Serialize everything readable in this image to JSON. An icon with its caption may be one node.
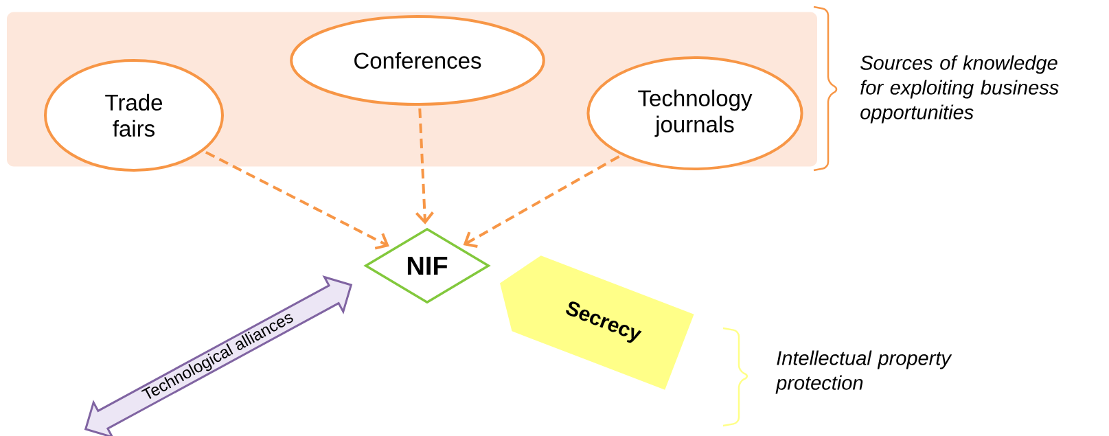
{
  "diagram": {
    "nodes": [
      {
        "text": [],
        "shape": "box"
      },
      {
        "text": [
          "Trade fairs"
        ],
        "in": 0
      },
      {
        "text": [
          "Conferences"
        ],
        "in": 0
      },
      {
        "text": [
          "Technology journals"
        ],
        "in": 0
      },
      {
        "text": [
          "NIF"
        ]
      },
      {
        "text": [
          "Technological alliances"
        ]
      },
      {
        "text": [
          "Secrecy"
        ]
      }
    ],
    "edges": [
      {
        "from": 1,
        "to": 4,
        "arrow": "to",
        "style": "dashed"
      },
      {
        "from": 2,
        "to": 4,
        "arrow": "to",
        "style": "dashed"
      },
      {
        "from": 3,
        "to": 4,
        "arrow": "to",
        "style": "dashed"
      }
    ],
    "labels": [
      "Sources of knowledge for exploiting business opportunities",
      "Intellectual property protection"
    ]
  }
}
